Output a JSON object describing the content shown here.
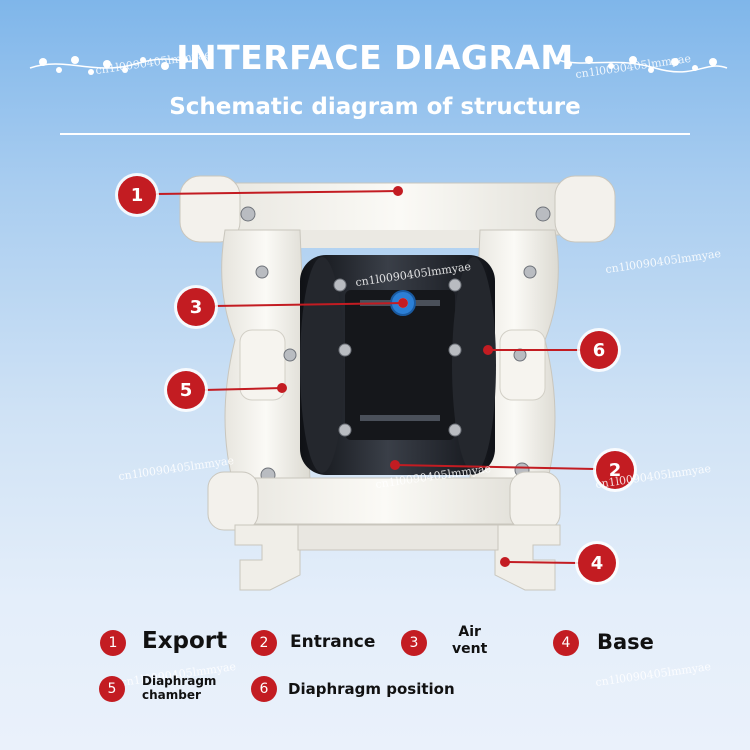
{
  "header": {
    "title": "INTERFACE DIAGRAM",
    "subtitle": "Schematic diagram of structure"
  },
  "watermark": "cn1l0090405lmmyae",
  "callouts": [
    {
      "num": "1"
    },
    {
      "num": "2"
    },
    {
      "num": "3"
    },
    {
      "num": "4"
    },
    {
      "num": "5"
    },
    {
      "num": "6"
    }
  ],
  "legend": [
    {
      "num": "1",
      "text": "Export"
    },
    {
      "num": "2",
      "text": "Entrance"
    },
    {
      "num": "3",
      "line1": "Air",
      "line2": "vent"
    },
    {
      "num": "4",
      "text": "Base"
    },
    {
      "num": "5",
      "line1": "Diaphragm",
      "line2": "chamber"
    },
    {
      "num": "6",
      "text": "Diaphragm position"
    }
  ],
  "colors": {
    "accent_red": "#c31c22",
    "pump_body": "#f1efe9",
    "diaphragm": "#1c1f24",
    "air_vent": "#2b7fd6"
  }
}
